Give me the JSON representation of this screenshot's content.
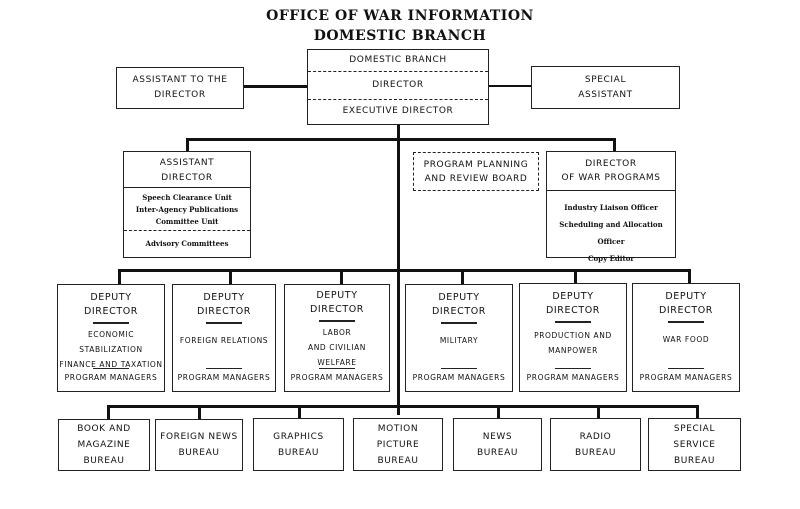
{
  "title": {
    "line1": "OFFICE OF WAR INFORMATION",
    "line2": "DOMESTIC BRANCH"
  },
  "top_box": {
    "row1": "DOMESTIC BRANCH",
    "row2": "DIRECTOR",
    "row3": "EXECUTIVE DIRECTOR"
  },
  "assistant_to_director": {
    "line1": "ASSISTANT TO THE",
    "line2": "DIRECTOR"
  },
  "special_assistant": {
    "line1": "SPECIAL",
    "line2": "ASSISTANT"
  },
  "assistant_director": {
    "line1": "ASSISTANT",
    "line2": "DIRECTOR",
    "units": [
      "Speech Clearance Unit",
      "Inter-Agency Publications",
      "Committee Unit"
    ],
    "advisory": "Advisory Committees"
  },
  "program_planning": {
    "line1": "PROGRAM PLANNING",
    "line2": "AND REVIEW BOARD"
  },
  "war_programs": {
    "line1": "DIRECTOR",
    "line2": "OF WAR PROGRAMS",
    "staff": [
      "Industry Liaison Officer",
      "Scheduling and Allocation Officer",
      "Copy Editor"
    ]
  },
  "deputies": [
    {
      "line1": "DEPUTY",
      "line2": "DIRECTOR",
      "areas": [
        "ECONOMIC",
        "STABILIZATION",
        "FINANCE AND TAXATION"
      ],
      "managers": "PROGRAM MANAGERS"
    },
    {
      "line1": "DEPUTY",
      "line2": "DIRECTOR",
      "areas": [
        "FOREIGN RELATIONS"
      ],
      "managers": "PROGRAM MANAGERS"
    },
    {
      "line1": "DEPUTY",
      "line2": "DIRECTOR",
      "areas": [
        "LABOR",
        "AND CIVILIAN",
        "WELFARE"
      ],
      "managers": "PROGRAM MANAGERS"
    },
    {
      "line1": "DEPUTY",
      "line2": "DIRECTOR",
      "areas": [
        "MILITARY"
      ],
      "managers": "PROGRAM MANAGERS"
    },
    {
      "line1": "DEPUTY",
      "line2": "DIRECTOR",
      "areas": [
        "PRODUCTION AND",
        "MANPOWER"
      ],
      "managers": "PROGRAM MANAGERS"
    },
    {
      "line1": "DEPUTY",
      "line2": "DIRECTOR",
      "areas": [
        "WAR FOOD"
      ],
      "managers": "PROGRAM MANAGERS"
    }
  ],
  "bureaus": [
    {
      "lines": [
        "BOOK AND",
        "MAGAZINE",
        "BUREAU"
      ]
    },
    {
      "lines": [
        "FOREIGN NEWS",
        "BUREAU"
      ]
    },
    {
      "lines": [
        "GRAPHICS",
        "BUREAU"
      ]
    },
    {
      "lines": [
        "MOTION",
        "PICTURE",
        "BUREAU"
      ]
    },
    {
      "lines": [
        "NEWS",
        "BUREAU"
      ]
    },
    {
      "lines": [
        "RADIO",
        "BUREAU"
      ]
    },
    {
      "lines": [
        "SPECIAL",
        "SERVICE",
        "BUREAU"
      ]
    }
  ]
}
